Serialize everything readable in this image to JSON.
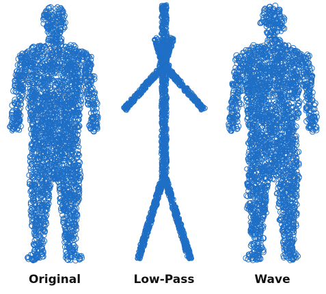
{
  "figure": {
    "point_color": "#1f6fc6",
    "panels": [
      {
        "label": "Original",
        "variant": "original"
      },
      {
        "label": "Low-Pass",
        "variant": "lowpass"
      },
      {
        "label": "Wave",
        "variant": "wave"
      }
    ]
  }
}
